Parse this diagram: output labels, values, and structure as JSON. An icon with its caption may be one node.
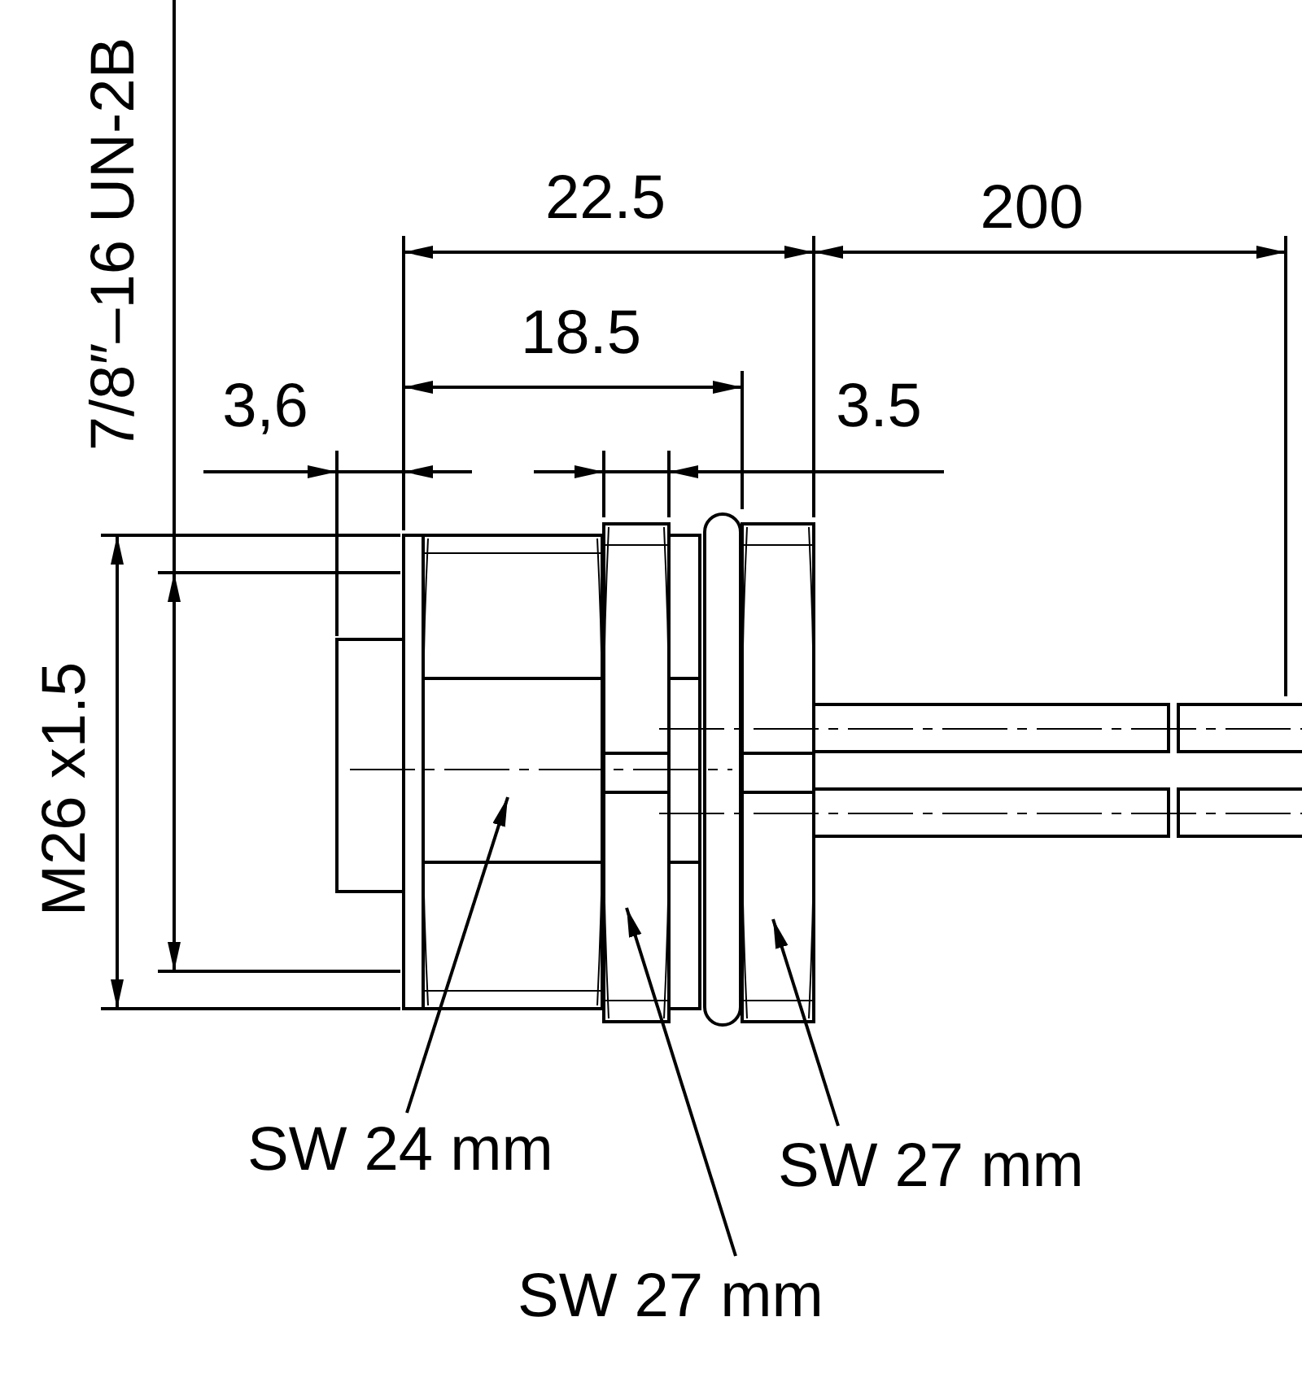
{
  "diagram": {
    "nodes": [
      {
        "text": [
          "SW 24 mm"
        ]
      },
      {
        "text": [
          "SW 27 mm"
        ]
      },
      {
        "text": [
          "SW 27 mm"
        ]
      },
      {
        "text": [],
        "shape": "picture"
      },
      {
        "text": [],
        "shape": "picture"
      },
      {
        "text": [],
        "shape": "picture"
      }
    ],
    "edges": [
      {
        "from": 0,
        "to": 3,
        "arrow": "to"
      },
      {
        "from": 1,
        "to": 5,
        "arrow": "to"
      },
      {
        "from": 2,
        "to": 4,
        "arrow": "to"
      }
    ],
    "labels": [
      "7/8″–16 UN-2B",
      "22.5",
      "200",
      "18.5",
      "3,6",
      "3.5",
      "M26 x1.5"
    ]
  }
}
